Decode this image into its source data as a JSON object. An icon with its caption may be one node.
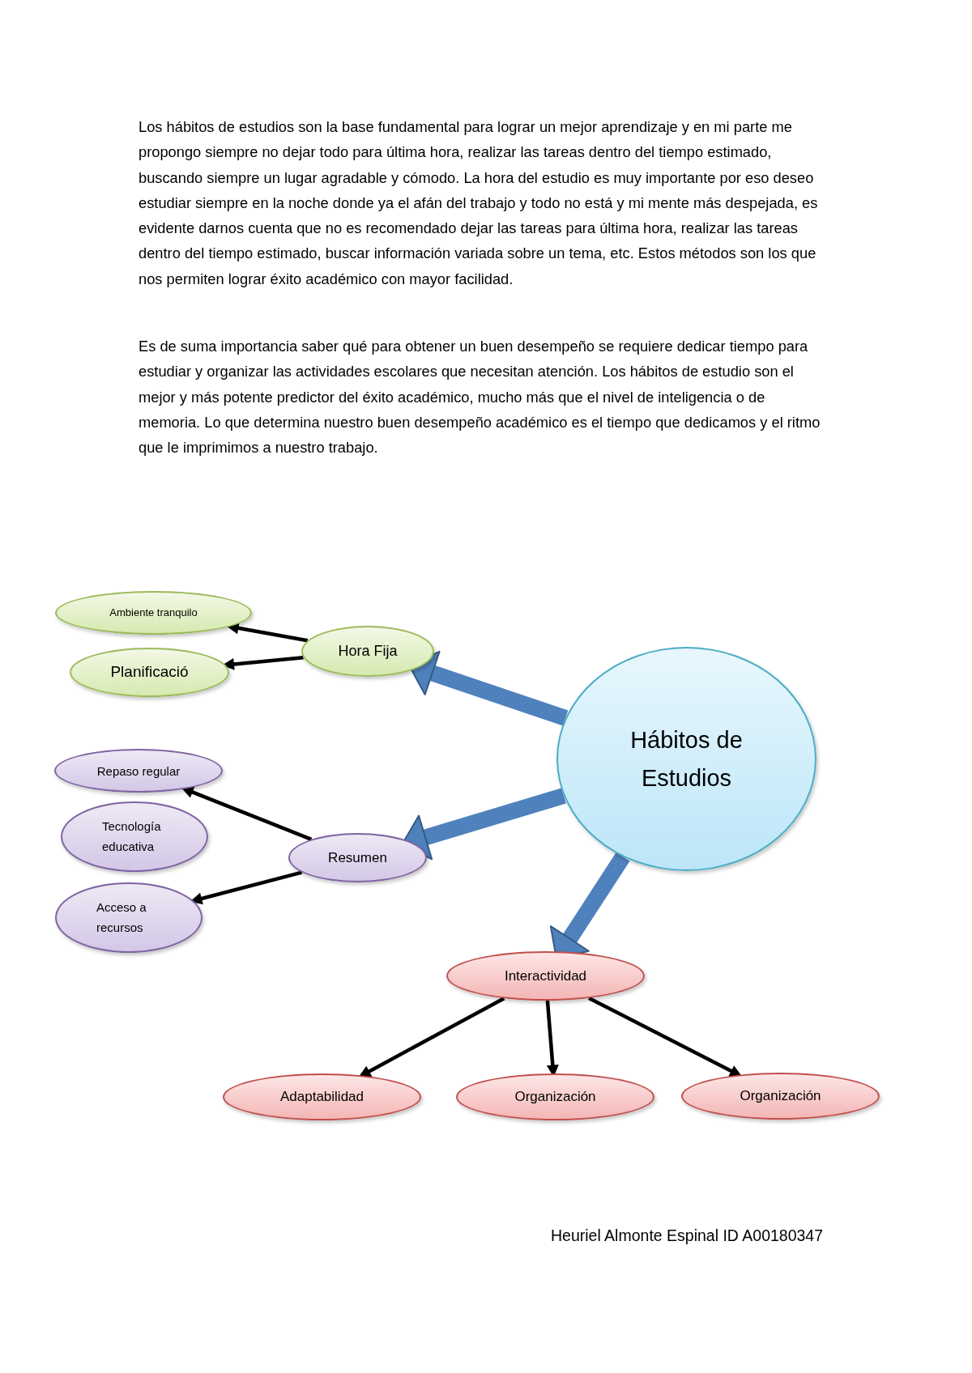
{
  "diagram": {
    "nodes": [
      {
        "text": [
          "Ambiente tranquilo"
        ]
      },
      {
        "text": [
          "Hora Fija"
        ]
      },
      {
        "text": [
          "Planificació"
        ]
      },
      {
        "text": [
          "Hábitos de Estudios"
        ]
      },
      {
        "text": [
          "Repaso regular"
        ]
      },
      {
        "text": [
          "Tecnología educativa"
        ]
      },
      {
        "text": [
          "Resumen"
        ]
      },
      {
        "text": [
          "Acceso a recursos"
        ]
      },
      {
        "text": [
          "Interactividad"
        ]
      },
      {
        "text": [
          "Adaptabilidad"
        ]
      },
      {
        "text": [
          "Organización"
        ]
      },
      {
        "text": [
          "Organización"
        ]
      }
    ],
    "edges": [
      {
        "from": 1,
        "to": 0,
        "arrow": "to"
      },
      {
        "from": 1,
        "to": 2,
        "arrow": "to"
      },
      {
        "from": 3,
        "to": 1,
        "arrow": "to",
        "style": "thick",
        "color": "#4f81bd"
      },
      {
        "from": 3,
        "to": 6,
        "arrow": "to",
        "style": "thick",
        "color": "#4f81bd"
      },
      {
        "from": 6,
        "to": 4,
        "arrow": "to"
      },
      {
        "from": 6,
        "to": 7,
        "arrow": "to"
      },
      {
        "from": 3,
        "to": 8,
        "arrow": "to",
        "style": "thick",
        "color": "#4f81bd"
      },
      {
        "from": 8,
        "to": 9,
        "arrow": "to"
      },
      {
        "from": 8,
        "to": 10,
        "arrow": "to"
      },
      {
        "from": 8,
        "to": 11,
        "arrow": "to"
      }
    ],
    "labels": [
      "Los hábitos de estudios son la base fundamental para lograr un mejor aprendizaje y en mi parte me propongo siempre no dejar todo para última hora, realizar las tareas dentro del tiempo estimado, buscando siempre un lugar agradable y cómodo. La hora del estudio es muy importante por eso deseo estudiar siempre en la noche donde ya el afán del trabajo y todo no está y mi mente más despejada, es evidente darnos cuenta que no es recomendado dejar las tareas para última hora, realizar las tareas dentro del tiempo estimado, buscar información variada sobre un tema, etc. Estos métodos son los que nos permiten lograr éxito académico con mayor facilidad.",
      "Es de suma importancia saber qué para obtener un buen desempeño se requiere dedicar tiempo para estudiar y organizar las actividades escolares que necesitan atención. Los hábitos de estudio son el mejor y más potente predictor del éxito académico, mucho más que el nivel de inteligencia o de memoria. Lo que determina nuestro buen desempeño académico es el tiempo que dedicamos y el ritmo que le imprimimos a nuestro trabajo.",
      "Heuriel Almonte Espinal ID A00180347"
    ]
  }
}
